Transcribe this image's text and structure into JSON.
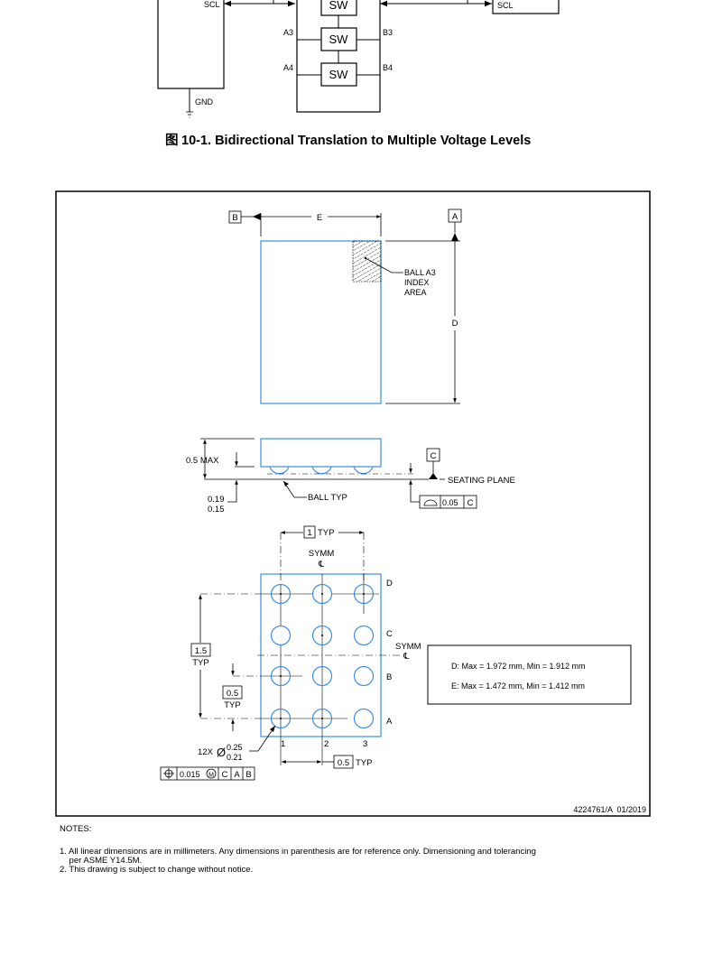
{
  "figure": {
    "caption_prefix": "图",
    "caption": "10-1. Bidirectional Translation to Multiple Voltage Levels",
    "left_device": {
      "pin_scl": "SCL",
      "pin_gnd": "GND"
    },
    "right_device": {
      "pin_scl": "SCL"
    },
    "switches": [
      {
        "label": "SW",
        "a_pin": "",
        "b_pin": ""
      },
      {
        "label": "SW",
        "a_pin": "A3",
        "b_pin": "B3"
      },
      {
        "label": "SW",
        "a_pin": "A4",
        "b_pin": "B4"
      }
    ]
  },
  "drawing": {
    "top_view": {
      "datum_b": "B",
      "datum_a": "A",
      "dim_e": "E",
      "dim_d": "D",
      "index_label": [
        "BALL A3",
        "INDEX",
        "AREA"
      ]
    },
    "side_view": {
      "height_label": "0.5 MAX",
      "standoff_max": "0.19",
      "standoff_min": "0.15",
      "ball_label": "BALL TYP",
      "datum_c": "C",
      "seating_plane": "SEATING PLANE",
      "flatness_value": "0.05",
      "flatness_datum": "C"
    },
    "bottom_view": {
      "pitch_box": "1",
      "pitch_typ": "TYP",
      "symm_top": "SYMM",
      "symm_right": "SYMM",
      "row_labels": [
        "D",
        "C",
        "B",
        "A"
      ],
      "col_labels": [
        "1",
        "2",
        "3"
      ],
      "dim_1_5": "1.5",
      "dim_1_5_typ": "TYP",
      "dim_0_5_v": "0.5",
      "dim_0_5_v_typ": "TYP",
      "dim_0_5_h": "0.5",
      "dim_0_5_h_typ": "TYP",
      "ball_count": "12X",
      "ball_dia_max": "0.25",
      "ball_dia_min": "0.21",
      "position_tol": "0.015",
      "position_datums": [
        "C",
        "A",
        "B"
      ]
    },
    "dimension_table": {
      "d_line": "D: Max = 1.972 mm, Min = 1.912 mm",
      "e_line": "E: Max = 1.472 mm, Min = 1.412 mm"
    },
    "drawing_id": "4224761/A  01/2019"
  },
  "notes": {
    "heading": "NOTES:",
    "items": [
      "1. All linear dimensions are in millimeters. Any dimensions in parenthesis are for reference only. Dimensioning and tolerancing",
      "    per ASME Y14.5M.",
      "2. This drawing is subject to change without notice."
    ]
  },
  "colors": {
    "package_outline": "#3a8ee6",
    "lines": "#000000",
    "ball": "#3a8ee6"
  }
}
